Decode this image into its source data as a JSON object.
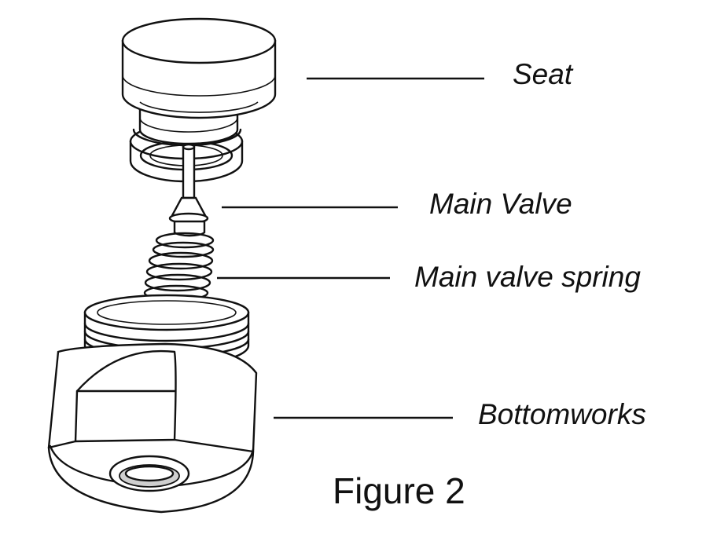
{
  "labels": {
    "seat": "Seat",
    "main_valve": "Main Valve",
    "main_valve_spring": "Main valve spring",
    "bottomworks": "Bottomworks"
  },
  "caption": "Figure 2",
  "colors": {
    "ink": "#111111",
    "background": "#ffffff",
    "shade": "#cfcfcf"
  }
}
